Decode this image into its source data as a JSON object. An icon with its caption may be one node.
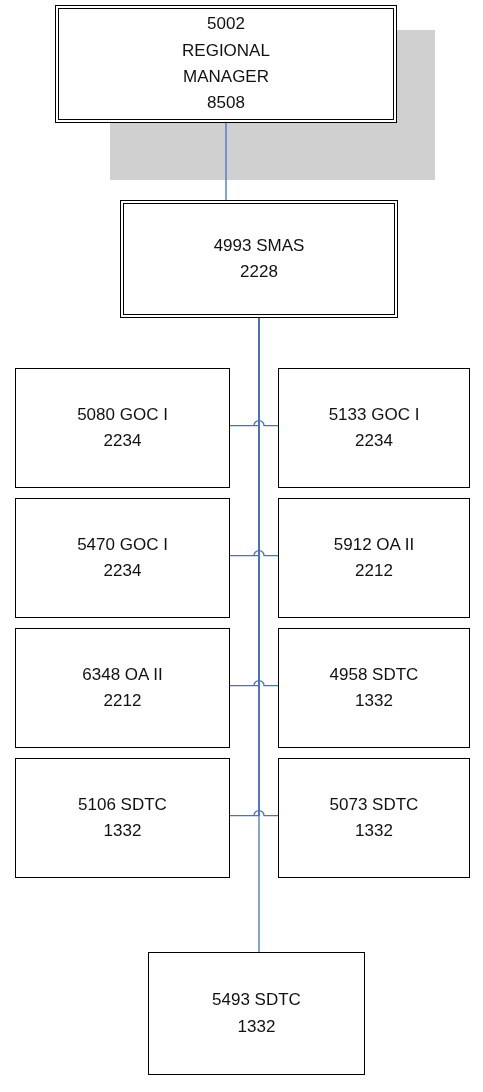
{
  "diagram": {
    "nodes": [
      {
        "text": [
          "5002 REGIONAL MANAGER 8508"
        ]
      },
      {
        "text": [
          "4993 SMAS 2228"
        ]
      },
      {
        "text": [
          "5080 GOC I 2234"
        ]
      },
      {
        "text": [
          "5133 GOC I 2234"
        ]
      },
      {
        "text": [
          "5470 GOC I 2234"
        ]
      },
      {
        "text": [
          "5912 OA II 2212"
        ]
      },
      {
        "text": [
          "6348 OA II 2212"
        ]
      },
      {
        "text": [
          "4958 SDTC 1332"
        ]
      },
      {
        "text": [
          "5106 SDTC 1332"
        ]
      },
      {
        "text": [
          "5073 SDTC 1332"
        ]
      },
      {
        "text": [
          "5493 SDTC 1332"
        ]
      }
    ],
    "edges": [
      {
        "from": 0,
        "to": 1,
        "arrow": "none"
      },
      {
        "from": 1,
        "to": 2,
        "arrow": "none"
      },
      {
        "from": 1,
        "to": 3,
        "arrow": "none"
      },
      {
        "from": 1,
        "to": 4,
        "arrow": "none"
      },
      {
        "from": 1,
        "to": 5,
        "arrow": "none"
      },
      {
        "from": 1,
        "to": 6,
        "arrow": "none"
      },
      {
        "from": 1,
        "to": 7,
        "arrow": "none"
      },
      {
        "from": 1,
        "to": 8,
        "arrow": "none"
      },
      {
        "from": 1,
        "to": 9,
        "arrow": "none"
      },
      {
        "from": 1,
        "to": 10,
        "arrow": "none"
      }
    ]
  }
}
